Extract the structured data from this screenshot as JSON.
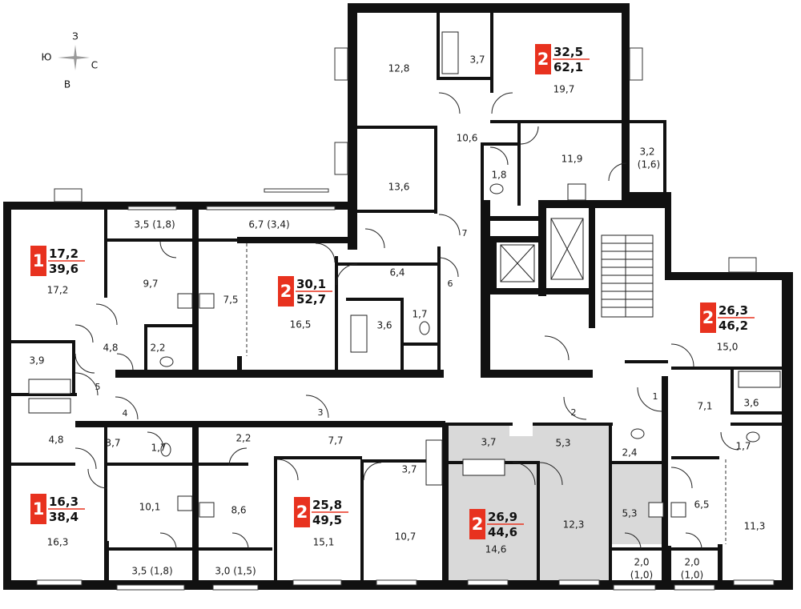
{
  "compass": {
    "north": "З",
    "west": "Ю",
    "east": "С",
    "south": "В"
  },
  "colors": {
    "badge": "#e8321f",
    "wall": "#111111",
    "highlight": "#d9d9d9"
  },
  "apartments": [
    {
      "id": "apt-32-5",
      "rooms": "2",
      "living": "32,5",
      "total": "62,1"
    },
    {
      "id": "apt-17-2",
      "rooms": "1",
      "living": "17,2",
      "total": "39,6"
    },
    {
      "id": "apt-30-1",
      "rooms": "2",
      "living": "30,1",
      "total": "52,7"
    },
    {
      "id": "apt-26-3",
      "rooms": "2",
      "living": "26,3",
      "total": "46,2"
    },
    {
      "id": "apt-16-3",
      "rooms": "1",
      "living": "16,3",
      "total": "38,4"
    },
    {
      "id": "apt-25-8",
      "rooms": "2",
      "living": "25,8",
      "total": "49,5"
    },
    {
      "id": "apt-26-9",
      "rooms": "2",
      "living": "26,9",
      "total": "44,6",
      "highlighted": true
    }
  ],
  "rooms": [
    {
      "id": "r1",
      "label": "12,8"
    },
    {
      "id": "r2",
      "label": "3,7"
    },
    {
      "id": "r3",
      "label": "19,7"
    },
    {
      "id": "r4",
      "label": "10,6"
    },
    {
      "id": "r5",
      "label": "11,9"
    },
    {
      "id": "r6",
      "label": "3,2"
    },
    {
      "id": "r7",
      "label": "(1,6)"
    },
    {
      "id": "r8",
      "label": "1,8"
    },
    {
      "id": "r9",
      "label": "13,6"
    },
    {
      "id": "r10",
      "label": "3,5 (1,8)"
    },
    {
      "id": "r11",
      "label": "6,7 (3,4)"
    },
    {
      "id": "r12",
      "label": "17,2"
    },
    {
      "id": "r13",
      "label": "9,7"
    },
    {
      "id": "r14",
      "label": "7,5"
    },
    {
      "id": "r15",
      "label": "16,5"
    },
    {
      "id": "r16",
      "label": "6,4"
    },
    {
      "id": "r17",
      "label": "3,6"
    },
    {
      "id": "r18",
      "label": "1,7"
    },
    {
      "id": "r19",
      "label": "4,8"
    },
    {
      "id": "r20",
      "label": "2,2"
    },
    {
      "id": "r21",
      "label": "3,9"
    },
    {
      "id": "r22",
      "label": "15,0"
    },
    {
      "id": "r23",
      "label": "7,1"
    },
    {
      "id": "r24",
      "label": "3,6"
    },
    {
      "id": "r25",
      "label": "1,7"
    },
    {
      "id": "r26",
      "label": "4,8"
    },
    {
      "id": "r27",
      "label": "3,7"
    },
    {
      "id": "r28",
      "label": "1,7"
    },
    {
      "id": "r29",
      "label": "2,2"
    },
    {
      "id": "r30",
      "label": "7,7"
    },
    {
      "id": "r31",
      "label": "3,7"
    },
    {
      "id": "r32",
      "label": "3,7"
    },
    {
      "id": "r33",
      "label": "5,3"
    },
    {
      "id": "r34",
      "label": "2,4"
    },
    {
      "id": "r35",
      "label": "16,3"
    },
    {
      "id": "r36",
      "label": "10,1"
    },
    {
      "id": "r37",
      "label": "8,6"
    },
    {
      "id": "r38",
      "label": "15,1"
    },
    {
      "id": "r39",
      "label": "10,7"
    },
    {
      "id": "r40",
      "label": "14,6"
    },
    {
      "id": "r41",
      "label": "12,3"
    },
    {
      "id": "r42",
      "label": "5,3"
    },
    {
      "id": "r43",
      "label": "6,5"
    },
    {
      "id": "r44",
      "label": "11,3"
    },
    {
      "id": "r45",
      "label": "3,5 (1,8)"
    },
    {
      "id": "r46",
      "label": "3,0 (1,5)"
    },
    {
      "id": "r47",
      "label": "2,0"
    },
    {
      "id": "r48",
      "label": "(1,0)"
    },
    {
      "id": "r49",
      "label": "2,0"
    },
    {
      "id": "r50",
      "label": "(1,0)"
    }
  ],
  "corridor_markers": [
    {
      "id": "m1",
      "label": "7"
    },
    {
      "id": "m2",
      "label": "6"
    },
    {
      "id": "m3",
      "label": "5"
    },
    {
      "id": "m4",
      "label": "4"
    },
    {
      "id": "m5",
      "label": "3"
    },
    {
      "id": "m6",
      "label": "2"
    },
    {
      "id": "m7",
      "label": "1"
    }
  ]
}
